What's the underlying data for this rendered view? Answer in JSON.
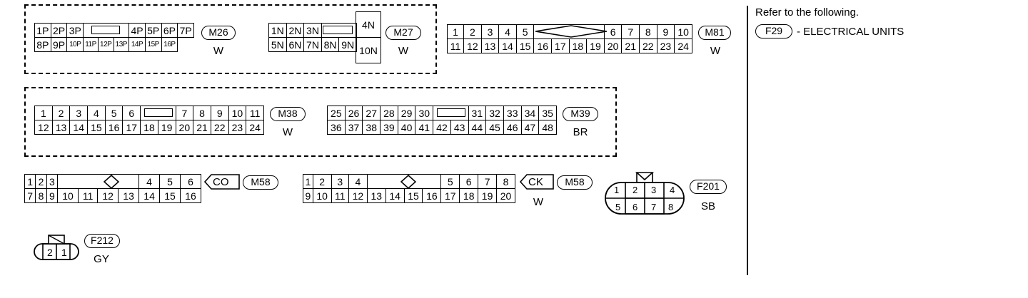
{
  "refer": {
    "text": "Refer to the following.",
    "connector": "F29",
    "description": "- ELECTRICAL UNITS"
  },
  "connectors": {
    "m26": {
      "name": "M26",
      "color": "W",
      "row1": [
        "1P",
        "2P",
        "3P",
        "",
        "4P",
        "5P",
        "6P",
        "7P"
      ],
      "row2": [
        "8P",
        "9P",
        "10P",
        "11P",
        "12P",
        "13P",
        "14P",
        "15P",
        "16P"
      ]
    },
    "m27": {
      "name": "M27",
      "color": "W",
      "row1": [
        "1N",
        "2N",
        "3N",
        ""
      ],
      "row2": [
        "5N",
        "6N",
        "7N",
        "8N",
        "9N"
      ],
      "side": [
        "4N",
        "10N"
      ]
    },
    "m81": {
      "name": "M81",
      "color": "W",
      "row1": [
        "1",
        "2",
        "3",
        "4",
        "5",
        "",
        "6",
        "7",
        "8",
        "9",
        "10"
      ],
      "row2": [
        "11",
        "12",
        "13",
        "14",
        "15",
        "16",
        "17",
        "18",
        "19",
        "20",
        "21",
        "22",
        "23",
        "24"
      ]
    },
    "m38": {
      "name": "M38",
      "color": "W",
      "row1": [
        "1",
        "2",
        "3",
        "4",
        "5",
        "6",
        "",
        "7",
        "8",
        "9",
        "10",
        "11"
      ],
      "row2": [
        "12",
        "13",
        "14",
        "15",
        "16",
        "17",
        "18",
        "19",
        "20",
        "21",
        "22",
        "23",
        "24"
      ]
    },
    "m39": {
      "name": "M39",
      "color": "BR",
      "row1": [
        "25",
        "26",
        "27",
        "28",
        "29",
        "30",
        "",
        "31",
        "32",
        "33",
        "34",
        "35"
      ],
      "row2": [
        "36",
        "37",
        "38",
        "39",
        "40",
        "41",
        "42",
        "43",
        "44",
        "45",
        "46",
        "47",
        "48"
      ]
    },
    "m58a": {
      "name": "M58",
      "tag": "CO",
      "row1": [
        "1",
        "2",
        "3",
        "",
        "4",
        "5",
        "6"
      ],
      "row2": [
        "7",
        "8",
        "9",
        "10",
        "11",
        "12",
        "13",
        "14",
        "15",
        "16"
      ]
    },
    "m58b": {
      "name": "M58",
      "tag": "CK",
      "color": "W",
      "row1": [
        "1",
        "2",
        "3",
        "4",
        "",
        "5",
        "6",
        "7",
        "8"
      ],
      "row2": [
        "9",
        "10",
        "11",
        "12",
        "13",
        "14",
        "15",
        "16",
        "17",
        "18",
        "19",
        "20"
      ]
    },
    "f201": {
      "name": "F201",
      "color": "SB",
      "row1": [
        "1",
        "2",
        "3",
        "4"
      ],
      "row2": [
        "5",
        "6",
        "7",
        "8"
      ]
    },
    "f212": {
      "name": "F212",
      "color": "GY",
      "pins": [
        "2",
        "1"
      ]
    }
  }
}
